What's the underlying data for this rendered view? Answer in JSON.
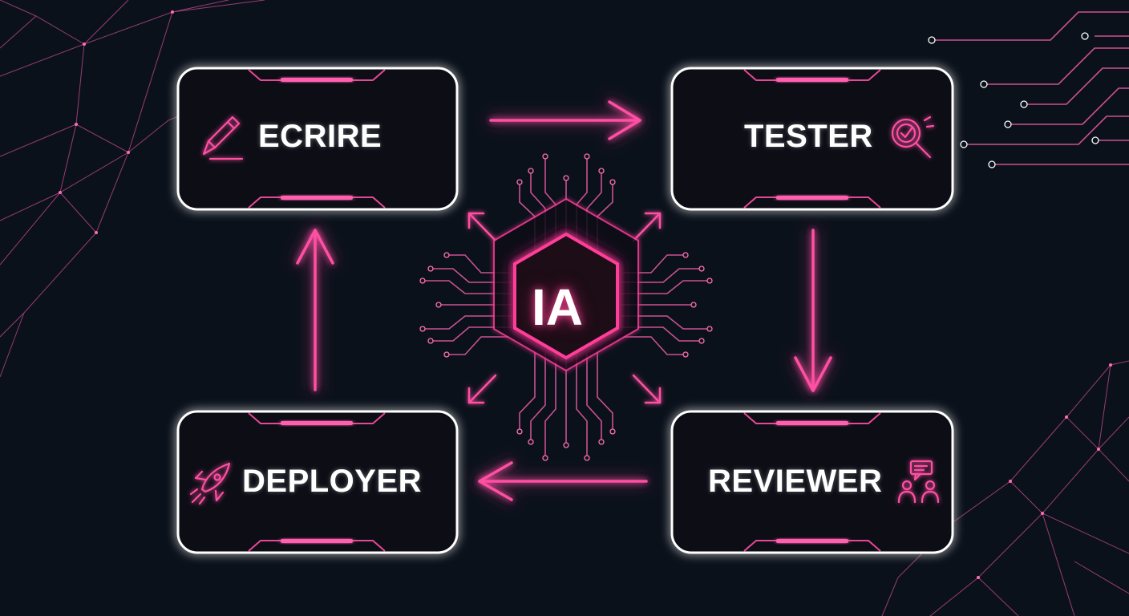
{
  "diagram": {
    "hub": {
      "label": "IA"
    },
    "nodes": [
      {
        "id": "ecrire",
        "label": "ECRIRE",
        "icon": "pencil-icon"
      },
      {
        "id": "tester",
        "label": "TESTER",
        "icon": "magnifier-check-icon"
      },
      {
        "id": "reviewer",
        "label": "REVIEWER",
        "icon": "people-chat-icon"
      },
      {
        "id": "deployer",
        "label": "DEPLOYER",
        "icon": "rocket-icon"
      }
    ],
    "flow": [
      {
        "from": "ecrire",
        "to": "tester"
      },
      {
        "from": "tester",
        "to": "reviewer"
      },
      {
        "from": "reviewer",
        "to": "deployer"
      },
      {
        "from": "deployer",
        "to": "ecrire"
      }
    ]
  },
  "colors": {
    "background": "#0b111b",
    "neon_pink": "#ff3d9a",
    "box_outline": "#ffffff",
    "text": "#ffffff"
  }
}
